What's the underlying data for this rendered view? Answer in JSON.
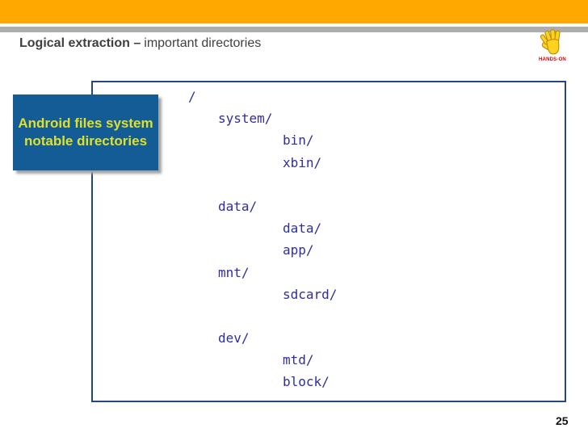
{
  "header": {
    "title_bold": "Logical extraction –",
    "title_regular": "important directories"
  },
  "hands_on": {
    "label": "HANDS-ON"
  },
  "callout": {
    "line1": "Android files system",
    "line2": "notable directories"
  },
  "tree": {
    "items": [
      {
        "label": "/"
      },
      {
        "label": "system/"
      },
      {
        "label": "bin/"
      },
      {
        "label": "xbin/"
      },
      {
        "label": "data/"
      },
      {
        "label": "data/"
      },
      {
        "label": "app/"
      },
      {
        "label": "mnt/"
      },
      {
        "label": "sdcard/"
      },
      {
        "label": "dev/"
      },
      {
        "label": "mtd/"
      },
      {
        "label": "block/"
      }
    ]
  },
  "footer": {
    "page_number": "25"
  },
  "colors": {
    "top_bar": "#FFA800",
    "gray_bar": "#ADADAD",
    "box_border": "#23477E",
    "tree_text": "#2E2E9E",
    "callout_bg": "#135C96",
    "callout_text": "#DEE12B",
    "hands_on_text": "#D40000"
  }
}
